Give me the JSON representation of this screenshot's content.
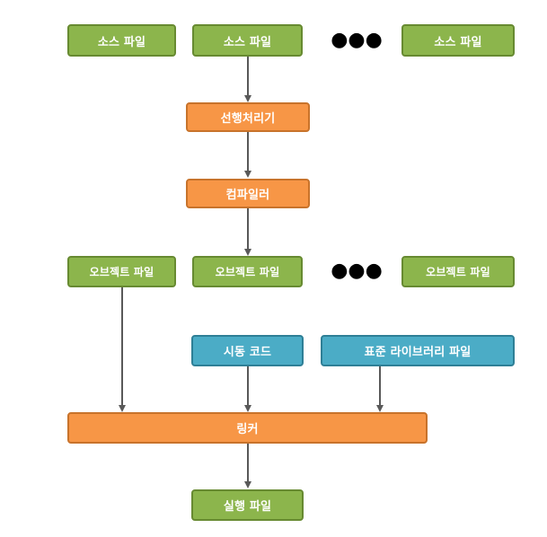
{
  "diagram": {
    "source_files": [
      "소스 파일",
      "소스 파일",
      "소스 파일"
    ],
    "ellipsis_top": "●●●",
    "preprocessor": "선행처리기",
    "compiler": "컴파일러",
    "object_files": [
      "오브젝트 파일",
      "오브젝트 파일",
      "오브젝트 파일"
    ],
    "ellipsis_middle": "●●●",
    "startup_code": "시동 코드",
    "standard_library": "표준 라이브러리 파일",
    "linker": "링커",
    "executable": "실행 파일"
  },
  "colors": {
    "green": "#8cb54c",
    "orange": "#f79646",
    "blue": "#4bacc6",
    "arrow": "#595959"
  }
}
